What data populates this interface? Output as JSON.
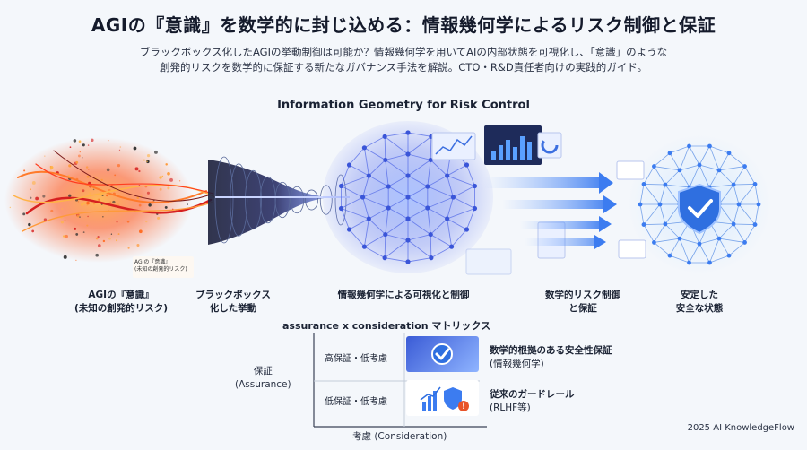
{
  "header": {
    "title": "AGIの『意識』を数学的に封じ込める：情報幾何学によるリスク制御と保証",
    "subtitle_line1": "ブラックボックス化したAGIの挙動制御は可能か？情報幾何学を用いてAIの内部状態を可視化し、「意識」のような",
    "subtitle_line2": "創発的リスクを数学的に保証する新たなガバナンス手法を解説。CTO・R&D責任者向けの実践的ガイド。"
  },
  "diagram": {
    "title": "Information Geometry for Risk Control",
    "inset_label_line1": "AGIの『意識』",
    "inset_label_line2": "(未知の創発的リスク)",
    "stages": [
      {
        "label": "AGIの『意識』\n(未知の創発的リスク)"
      },
      {
        "label": "ブラックボックス\n化した挙動"
      },
      {
        "label": "情報幾何学による可視化と制御"
      },
      {
        "label": "数学的リスク制御\nと保証"
      },
      {
        "label": "安定した\n安全な状態"
      }
    ]
  },
  "matrix": {
    "title": "assurance x consideration マトリックス",
    "y_axis_line1": "保証",
    "y_axis_line2": "(Assurance)",
    "x_axis": "考慮 (Consideration)",
    "rows": [
      {
        "cell_label": "高保証・低考慮",
        "desc_main": "数学的根拠のある安全性保証",
        "desc_sub": "(情報幾何学)"
      },
      {
        "cell_label": "低保証・低考慮",
        "desc_main": "従来のガードレール",
        "desc_sub": "(RLHF等)"
      }
    ]
  },
  "footer": {
    "copyright": "2025 AI KnowledgeFlow"
  },
  "colors": {
    "accent_blue": "#2f6fe0",
    "chaos_orange": "#ff6a1f",
    "chaos_red": "#d62020",
    "dark": "#1a2233"
  }
}
